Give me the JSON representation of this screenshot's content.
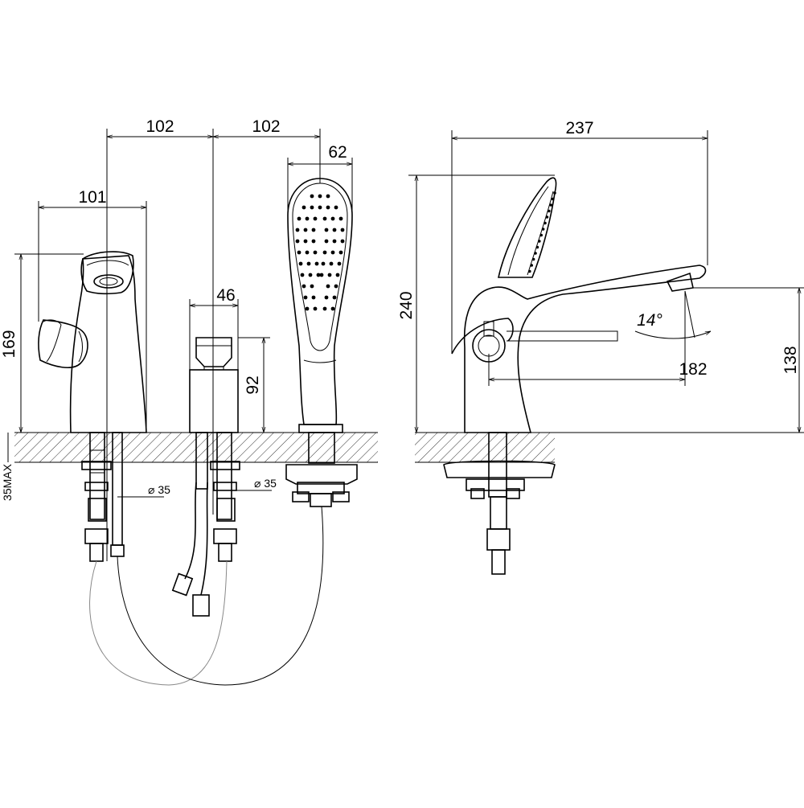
{
  "dimensions": {
    "spacing_left": "102",
    "spacing_right": "102",
    "handshower_width": "62",
    "spout_length": "237",
    "mixer_width": "101",
    "diverter_width": "46",
    "mixer_height": "169",
    "diverter_height": "92",
    "side_height": "240",
    "spout_reach": "182",
    "spout_outlet_height": "138",
    "spout_angle": "14°",
    "hole_diameter_1": "⌀ 35",
    "hole_diameter_2": "⌀ 35",
    "deck_thickness": "35MAX"
  }
}
